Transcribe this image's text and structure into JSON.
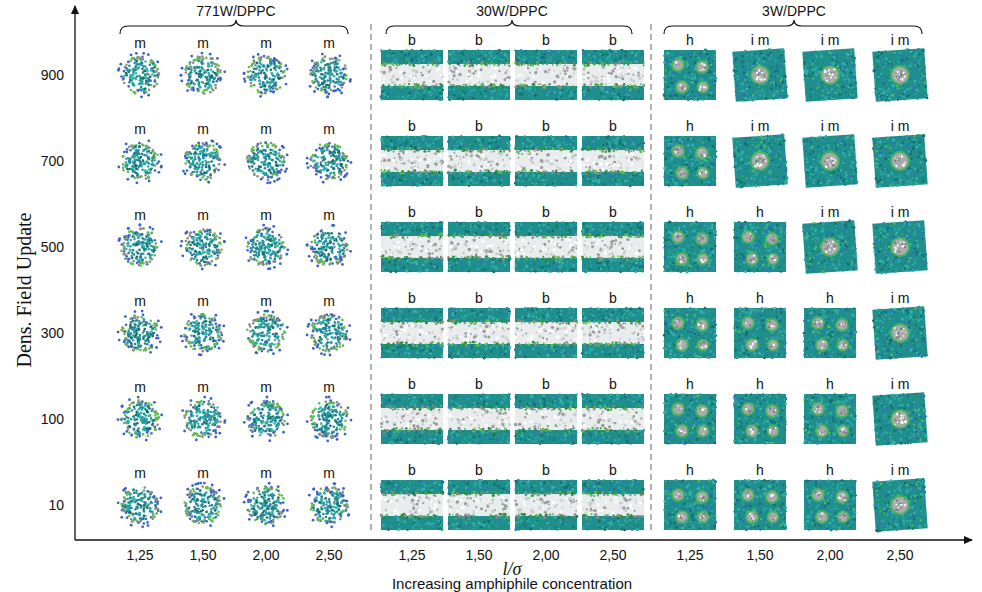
{
  "diagram": {
    "labels": [
      "771W/DPPC",
      "30W/DPPC",
      "3W/DPPC",
      "Dens. Field Update",
      "900",
      "700",
      "500",
      "300",
      "100",
      "10",
      "1,25",
      "1,50",
      "2,00",
      "2,50",
      "1,25",
      "1,50",
      "2,00",
      "2,50",
      "1,25",
      "1,50",
      "2,00",
      "2,50",
      "l/σ",
      "Increasing amphiphile concentration",
      "m",
      "m",
      "m",
      "m",
      "b",
      "b",
      "b",
      "b",
      "h",
      "i m",
      "i m",
      "i m",
      "m",
      "m",
      "m",
      "m",
      "b",
      "b",
      "b",
      "b",
      "h",
      "i m",
      "i m",
      "i m",
      "m",
      "m",
      "m",
      "m",
      "b",
      "b",
      "b",
      "b",
      "h",
      "h",
      "i m",
      "i m",
      "m",
      "m",
      "m",
      "m",
      "b",
      "b",
      "b",
      "b",
      "h",
      "h",
      "h",
      "i m",
      "m",
      "m",
      "m",
      "m",
      "b",
      "b",
      "b",
      "b",
      "h",
      "h",
      "h",
      "i m",
      "m",
      "m",
      "m",
      "m",
      "b",
      "b",
      "b",
      "b",
      "h",
      "h",
      "h",
      "i m"
    ]
  }
}
